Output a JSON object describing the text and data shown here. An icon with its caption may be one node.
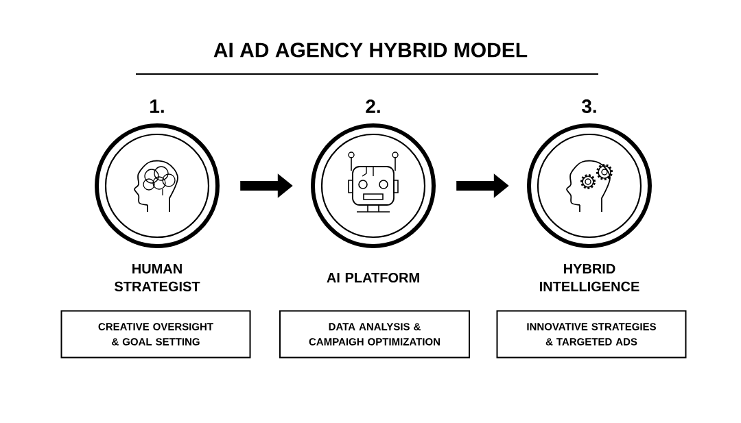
{
  "diagram": {
    "title": "AI AD AGENCY HYBRID MODEL",
    "nodes": [
      {
        "text": [
          "1.",
          "HUMAN STRATEGIST"
        ]
      },
      {
        "text": [
          "CREATIVE OVERSIGHT & GOAL SETTING"
        ]
      },
      {
        "text": [
          "2.",
          "AI PLATFORM"
        ]
      },
      {
        "text": [
          "DATA ANALYSIS & CAMPAIGH OPTIMIZATION"
        ]
      },
      {
        "text": [
          "3.",
          "HYBRID INTELLIGENCE"
        ]
      },
      {
        "text": [
          "INNOVATIVE STRATEGIES & TARGETED ADS"
        ]
      }
    ],
    "edges": [
      {
        "from": 0,
        "to": 2,
        "arrow": "to"
      },
      {
        "from": 2,
        "to": 4,
        "arrow": "to"
      }
    ]
  }
}
